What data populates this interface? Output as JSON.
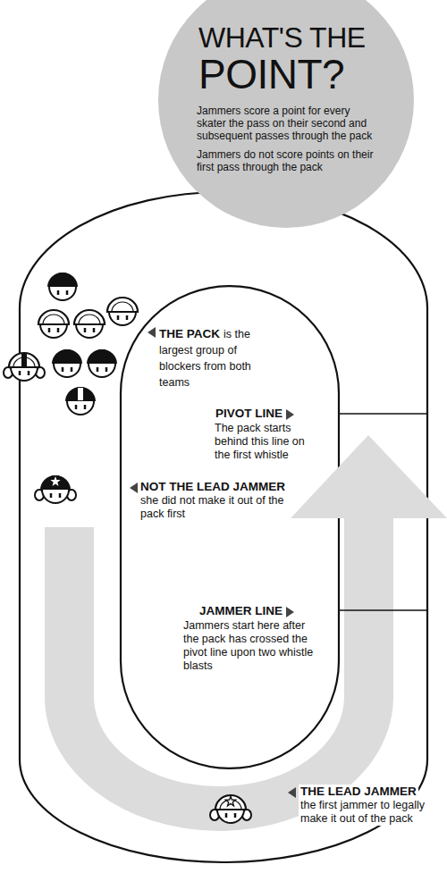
{
  "diagram": {
    "nodes": [
      {
        "text": [
          "WHAT'S THE POINT?",
          "Jammers score a point for every skater the pass on their second and subsequent passes through the pack",
          "Jammers do not score points on their first pass through the pack"
        ]
      }
    ],
    "labels": [
      "THE PACK",
      "is the largest group of blockers from both teams",
      "PIVOT LINE",
      "The pack starts behind this line on the first whistle",
      "NOT THE LEAD JAMMER",
      "she did not make it out of the pack first",
      "JAMMER LINE",
      "Jammers start here after the pack has crossed the pivot line upon two whistle blasts",
      "THE LEAD JAMMER",
      "the first jammer to legally make it out of the pack"
    ]
  }
}
